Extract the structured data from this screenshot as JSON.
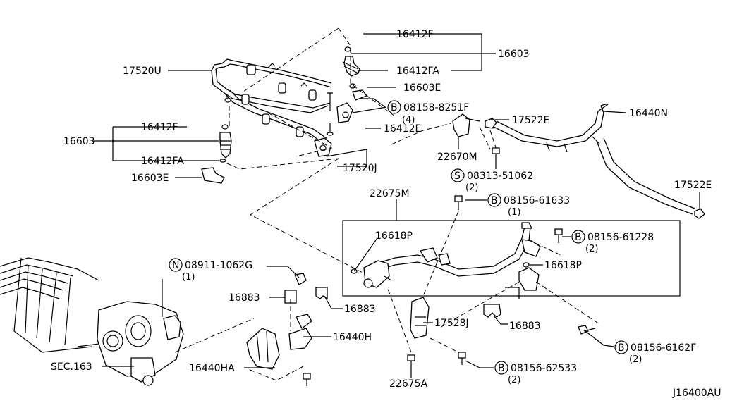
{
  "diagram_id": "J16400AU",
  "labels": {
    "p16412F_top": "16412F",
    "p16603_top": "16603",
    "p16412FA_top": "16412FA",
    "p16603E_top": "16603E",
    "p17520U": "17520U",
    "p08158": "08158-8251F",
    "p08158_qty": "(4)",
    "p16412E": "16412E",
    "p17522E_top": "17522E",
    "p16440N": "16440N",
    "p16412F_left": "16412F",
    "p16603_left": "16603",
    "p16412FA_left": "16412FA",
    "p16603E_left": "16603E",
    "p17520J": "17520J",
    "p22670M": "22670M",
    "p08313": "08313-51062",
    "p08313_qty": "(2)",
    "p17522E_right": "17522E",
    "p22675M": "22675M",
    "p08156_61633": "08156-61633",
    "p08156_61633_qty": "(1)",
    "p16618P_left": "16618P",
    "p08156_61228": "08156-61228",
    "p08156_61228_qty": "(2)",
    "p16618P_right": "16618P",
    "p08911": "08911-1062G",
    "p08911_qty": "(1)",
    "p16883_a": "16883",
    "p16883_b": "16883",
    "p17528J": "17528J",
    "p16883_c": "16883",
    "p16440H": "16440H",
    "p08156_6162F": "08156-6162F",
    "p08156_6162F_qty": "(2)",
    "sec163": "SEC.163",
    "p16440HA": "16440HA",
    "p08156_62533": "08156-62533",
    "p08156_62533_qty": "(2)",
    "p22675A": "22675A"
  },
  "symbols": {
    "bolt": "B",
    "screw": "S",
    "nut": "N"
  }
}
